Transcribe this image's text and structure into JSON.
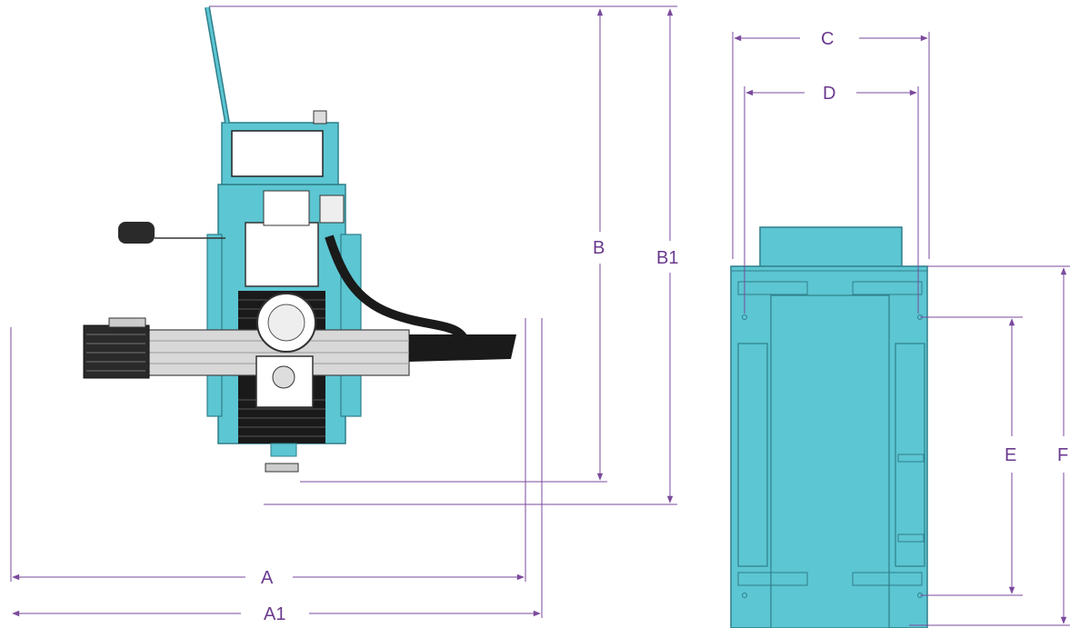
{
  "dimension_labels": {
    "A": "A",
    "A1": "A1",
    "B": "B",
    "B1": "B1",
    "C": "C",
    "D": "D",
    "E": "E",
    "F": "F"
  },
  "colors": {
    "machine_cyan": "#5cc6d2",
    "machine_cyan_dark": "#3aa9b8",
    "dimension_line": "#7a4a9c",
    "dimension_text": "#6a3a8e",
    "metal_gray": "#cfcfcf",
    "black_parts": "#1a1a1a"
  }
}
